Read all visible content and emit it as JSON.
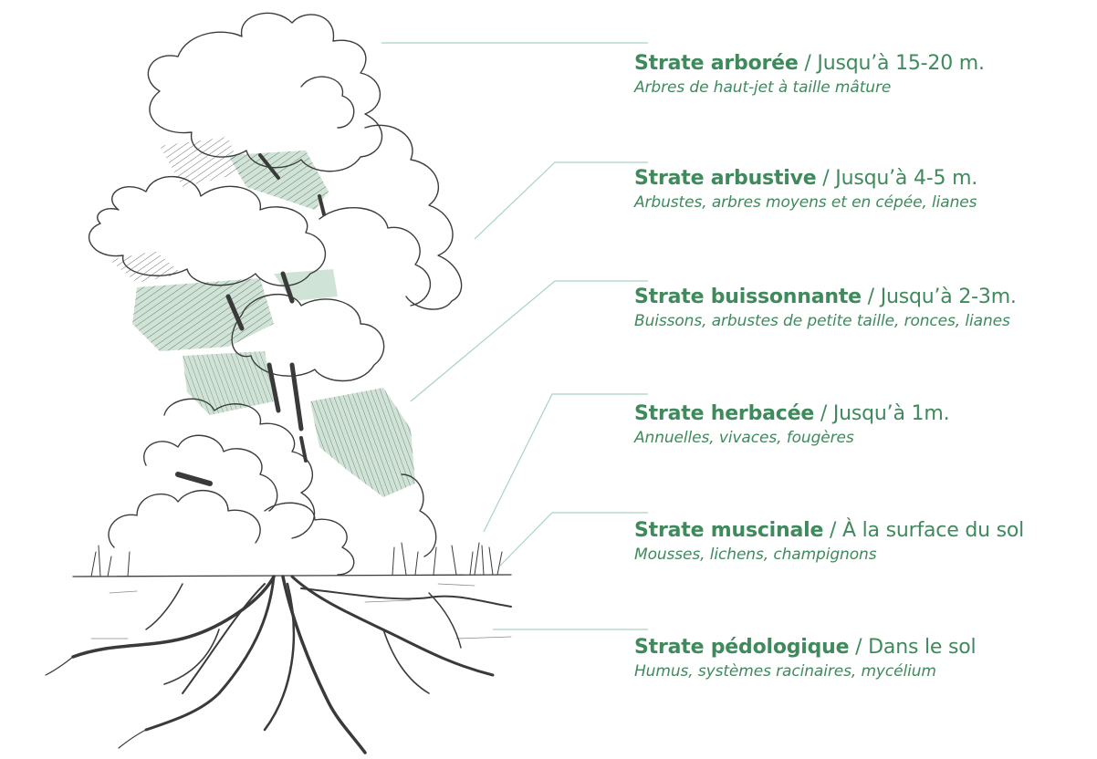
{
  "colors": {
    "accent": "#3f8a5c",
    "leader": "#a9d4bd",
    "shade": "#cfe4d6",
    "ink": "#3c3c3c"
  },
  "layers": [
    {
      "name": "Strate arborée",
      "range": " / Jusqu’à 15-20 m.",
      "desc": "Arbres de haut-jet à taille mâture"
    },
    {
      "name": "Strate arbustive",
      "range": " / Jusqu’à 4-5 m.",
      "desc": "Arbustes, arbres moyens et en cépée, lianes"
    },
    {
      "name": "Strate buissonnante",
      "range": " / Jusqu’à 2-3m.",
      "desc": "Buissons, arbustes de petite taille, ronces, lianes"
    },
    {
      "name": "Strate herbacée",
      "range": " / Jusqu’à 1m.",
      "desc": "Annuelles, vivaces, fougères"
    },
    {
      "name": "Strate muscinale",
      "range": " / À la surface du sol",
      "desc": "Mousses, lichens, champignons"
    },
    {
      "name": "Strate pédologique",
      "range": " / Dans le sol",
      "desc": "Humus, systèmes racinaires, mycélium"
    }
  ]
}
